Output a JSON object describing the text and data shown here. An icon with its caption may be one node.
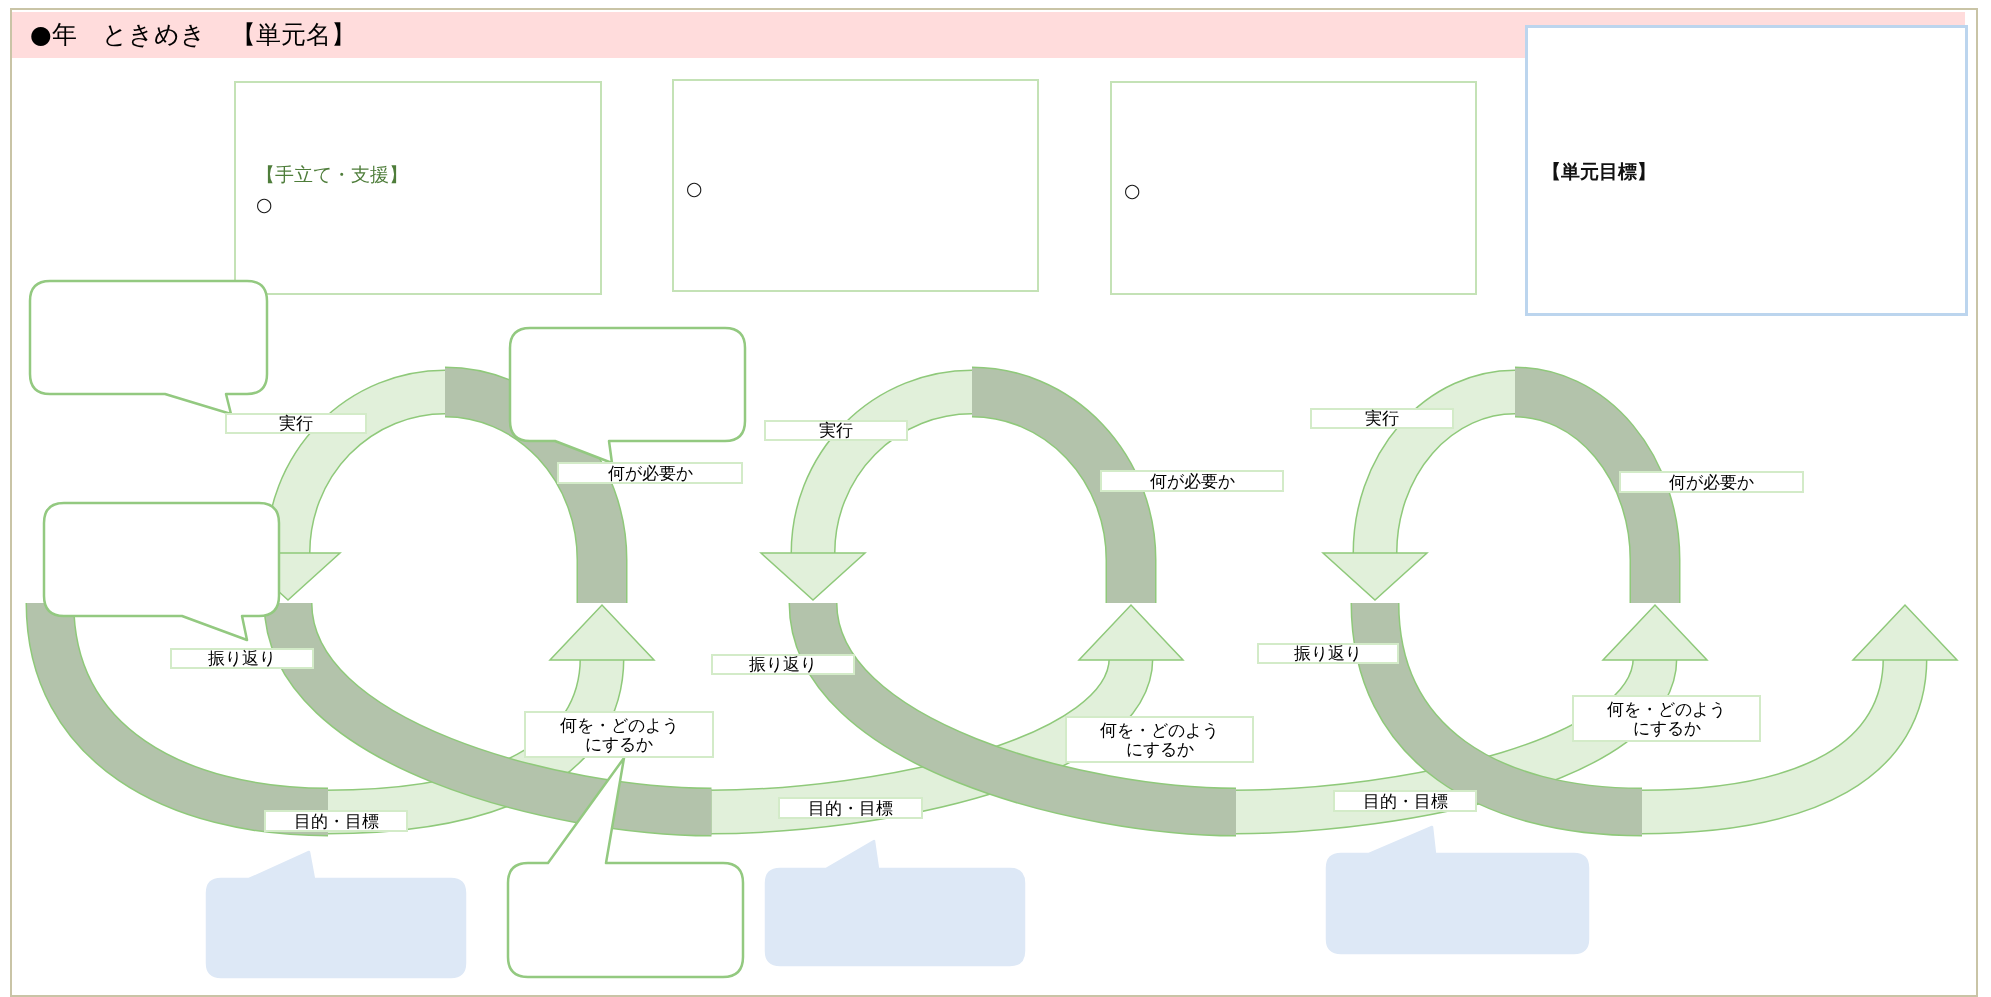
{
  "diagram": {
    "title": "●年　ときめき　【単元名】",
    "nodes": [
      {
        "text": [
          "【手立て・支援】",
          "○"
        ]
      },
      {
        "text": [
          "○"
        ]
      },
      {
        "text": [
          "○"
        ]
      },
      {
        "text": [
          "【単元目標】"
        ]
      },
      {
        "text": [],
        "shape": "callout"
      },
      {
        "text": [],
        "shape": "callout"
      },
      {
        "text": [],
        "shape": "callout"
      },
      {
        "text": [],
        "shape": "callout"
      },
      {
        "text": [],
        "shape": "callout"
      },
      {
        "text": [],
        "shape": "callout"
      },
      {
        "text": [],
        "shape": "callout"
      },
      {
        "text": [
          "実行"
        ]
      },
      {
        "text": [
          "何が必要か"
        ]
      },
      {
        "text": [
          "振り返り"
        ]
      },
      {
        "text": [
          "何を・どのようにするか"
        ]
      },
      {
        "text": [
          "目的・目標"
        ]
      },
      {
        "text": [
          "実行"
        ]
      },
      {
        "text": [
          "何が必要か"
        ]
      },
      {
        "text": [
          "振り返り"
        ]
      },
      {
        "text": [
          "何を・どのようにするか"
        ]
      },
      {
        "text": [
          "目的・目標"
        ]
      },
      {
        "text": [
          "実行"
        ]
      },
      {
        "text": [
          "何が必要か"
        ]
      },
      {
        "text": [
          "振り返り"
        ]
      },
      {
        "text": [
          "何を・どのようにするか"
        ]
      },
      {
        "text": [
          "目的・目標"
        ]
      }
    ]
  }
}
